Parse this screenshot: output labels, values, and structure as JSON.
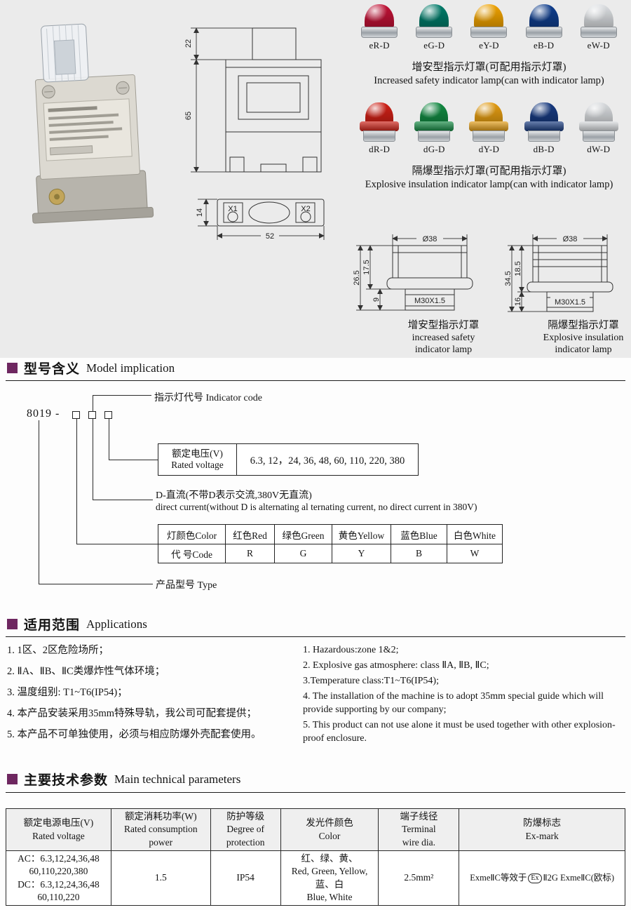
{
  "page": {
    "accent": "#6e2760"
  },
  "top": {
    "lamp_rows": [
      {
        "caption_cn": "增安型指示灯罩(可配用指示灯罩)",
        "caption_en": "Increased safety indicator lamp(can with indicator lamp)",
        "items": [
          {
            "label": "eR-D",
            "color": "#c11236"
          },
          {
            "label": "eG-D",
            "color": "#007c6a"
          },
          {
            "label": "eY-D",
            "color": "#f0a300"
          },
          {
            "label": "eB-D",
            "color": "#0f3e8e"
          },
          {
            "label": "eW-D",
            "color": "#dde0e3"
          }
        ]
      },
      {
        "caption_cn": "隔爆型指示灯罩(可配用指示灯罩)",
        "caption_en": "Explosive insulation indicator lamp(can with indicator lamp)",
        "items": [
          {
            "label": "dR-D",
            "color": "#cf2016"
          },
          {
            "label": "dG-D",
            "color": "#128a42"
          },
          {
            "label": "dY-D",
            "color": "#e39c12"
          },
          {
            "label": "dB-D",
            "color": "#173a80"
          },
          {
            "label": "dW-D",
            "color": "#d8dbde"
          }
        ]
      }
    ],
    "drawings": {
      "front": {
        "dim_top": "22",
        "dim_body": "65"
      },
      "bottom": {
        "dim_height": "14",
        "dim_width": "52",
        "terminal_left": "X1",
        "terminal_right": "X2"
      },
      "cap_e": {
        "diameter": "Ø38",
        "dim_total": "26.5",
        "dim_upper": "17.5",
        "dim_lower": "9",
        "thread": "M30X1.5",
        "caption_cn": "增安型指示灯罩",
        "caption_en1": "increased safety",
        "caption_en2": "indicator lamp"
      },
      "cap_d": {
        "diameter": "Ø38",
        "dim_total": "34.5",
        "dim_upper": "18.5",
        "dim_lower": "16",
        "thread": "M30X1.5",
        "caption_cn": "隔爆型指示灯罩",
        "caption_en1": "Explosive insulation",
        "caption_en2": "indicator lamp"
      }
    }
  },
  "model": {
    "heading_cn": "型号含义",
    "heading_en": "Model implication",
    "base_code": "8019 -",
    "indicator_code_label": "指示灯代号 Indicator code",
    "voltage_table": {
      "header_cn": "额定电压(V)",
      "header_en": "Rated voltage",
      "values": "6.3, 12，24, 36, 48, 60, 110, 220, 380"
    },
    "dc_note_cn": "D-直流(不带D表示交流,380V无直流)",
    "dc_note_en": "direct current(without D is alternating al ternating current, no direct current in 380V)",
    "color_table": {
      "row1": [
        "灯颜色Color",
        "红色Red",
        "绿色Green",
        "黄色Yellow",
        "蓝色Blue",
        "白色White"
      ],
      "row2": [
        "代 号Code",
        "R",
        "G",
        "Y",
        "B",
        "W"
      ]
    },
    "type_label": "产品型号  Type"
  },
  "applications": {
    "heading_cn": "适用范围",
    "heading_en": "Applications",
    "cn_items": [
      "1. 1区、2区危险场所；",
      "2. ⅡA、ⅡB、ⅡC类爆炸性气体环境；",
      "3. 温度组别: T1~T6(IP54)；",
      "4. 本产品安装采用35mm特殊导轨，我公司可配套提供；",
      "5. 本产品不可单独使用，必须与相应防爆外壳配套使用。"
    ],
    "en_items": [
      "1. Hazardous:zone 1&2;",
      "2. Explosive gas atmosphere: class ⅡA, ⅡB, ⅡC;",
      "3.Temperature class:T1~T6(IP54);",
      "4. The installation of the machine is to adopt 35mm special guide which will provide supporting  by our company;",
      "5. This product can not use alone it must be used together with other explosion-proof enclosure."
    ]
  },
  "parameters": {
    "heading_cn": "主要技术参数",
    "heading_en": "Main technical parameters",
    "headers": [
      {
        "line1": "额定电源电压(V)",
        "line2": "Rated  voltage",
        "line3": ""
      },
      {
        "line1": "额定消耗功率(W)",
        "line2": "Rated consumption",
        "line3": "power"
      },
      {
        "line1": "防护等级",
        "line2": "Degree of",
        "line3": "protection"
      },
      {
        "line1": "发光件颜色",
        "line2": "Color",
        "line3": ""
      },
      {
        "line1": "端子线径",
        "line2": "Terminal",
        "line3": "wire dia."
      },
      {
        "line1": "防爆标志",
        "line2": "Ex-mark",
        "line3": ""
      }
    ],
    "row": {
      "voltage_lines": [
        "AC：6.3,12,24,36,48",
        "60,110,220,380",
        "DC：6.3,12,24,36,48",
        "60,110,220"
      ],
      "power": "1.5",
      "protection": "IP54",
      "color_lines": [
        "红、绿、黄、",
        "Red, Green, Yellow,",
        "蓝、白",
        "Blue, White"
      ],
      "wire_dia": "2.5mm²",
      "ex_prefix": "ExmeⅡC等效于",
      "ex_badge": "Ex",
      "ex_suffix": "Ⅱ2G ExmeⅡC(欧标)"
    }
  }
}
